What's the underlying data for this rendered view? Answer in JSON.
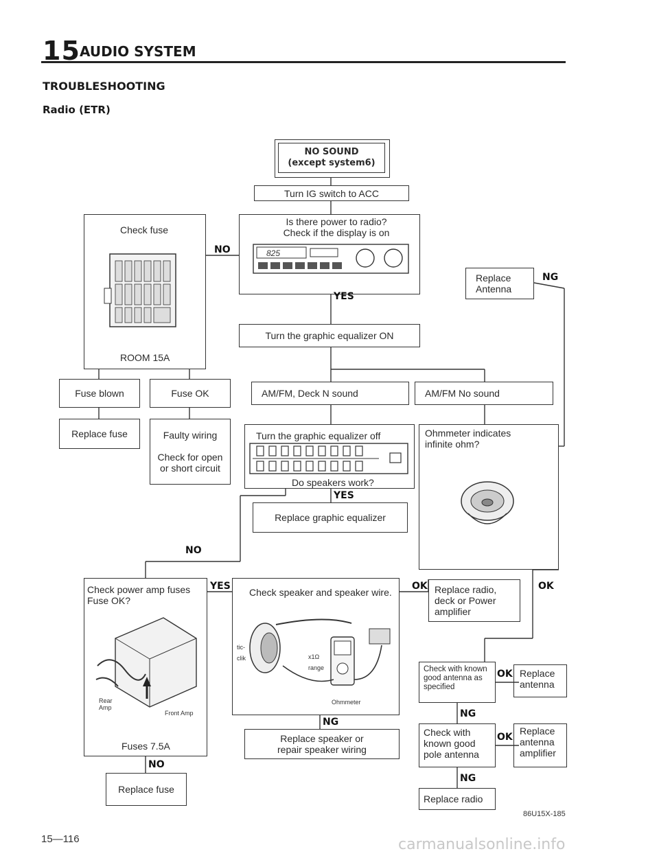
{
  "header": {
    "section_number": "15",
    "section_title": "AUDIO SYSTEM"
  },
  "title": "TROUBLESHOOTING",
  "subtitle": "Radio (ETR)",
  "boxes": {
    "no_sound": "NO SOUND\n(except system6)",
    "turn_ig": "Turn IG switch to ACC",
    "check_fuse": "Check fuse",
    "room": "ROOM 15A",
    "power": "Is there power to radio?\nCheck if the display is on",
    "display_text": "825",
    "replace_antenna": "Replace\nAntenna",
    "turn_eq_on": "Turn the graphic equalizer ON",
    "fuse_blown": "Fuse blown",
    "fuse_ok": "Fuse OK",
    "amfm_sound": "AM/FM, Deck N sound",
    "amfm_nosound": "AM/FM No sound",
    "replace_fuse": "Replace fuse",
    "faulty": "Faulty wiring\n\nCheck for open\nor short circuit",
    "eq_off": "Turn the graphic equalizer off",
    "speakers_work": "Do speakers work?",
    "ohm_inf": "Ohmmeter indicates\ninfinite ohm?",
    "replace_eq": "Replace graphic equalizer",
    "amp_fuses": "Check power amp fuses\nFuse OK?",
    "rear_amp": "Rear\nAmp",
    "front_amp": "Front Amp",
    "fuses_75": "Fuses 7.5A",
    "spk_wire": "Check speaker and speaker wire.",
    "meter_left": "tic-\nclik",
    "meter_range": "x1Ω\nrange",
    "meter_name": "Ohmmeter",
    "replace_radio_deck": "Replace radio,\ndeck or Power\namplifier",
    "known_antenna": "Check with known\ngood antenna as\nspecified",
    "replace_antenna2": "Replace\nantenna",
    "replace_spk": "Replace speaker or\nrepair speaker wiring",
    "known_pole": "Check with\nknown good\npole antenna",
    "replace_amp": "Replace\nantenna\namplifier",
    "replace_fuse2": "Replace fuse",
    "replace_radio": "Replace radio"
  },
  "labels": {
    "no1": "NO",
    "ng1": "NG",
    "yes1": "YES",
    "yes2": "YES",
    "no2": "NO",
    "yes3": "YES",
    "ok1": "OK",
    "ok2": "OK",
    "ok3": "OK",
    "ng2": "NG",
    "ng3": "NG",
    "ok4": "OK",
    "ng4": "NG",
    "no3": "NO"
  },
  "footer": {
    "ref": "86U15X-185",
    "page_number": "15—116",
    "watermark": "carmanualsonline.info"
  }
}
